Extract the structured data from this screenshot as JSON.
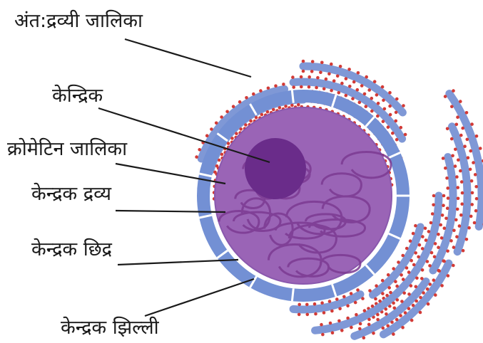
{
  "labels": {
    "er": "अंत:द्रव्यी जालिका",
    "nucleolus": "केन्द्रिक",
    "chromatin": "क्रोमेटिन जालिका",
    "nucleoplasm": "केन्द्रक द्रव्य",
    "pore": "केन्द्रक छिद्र",
    "membrane": "केन्द्रक झिल्ली"
  },
  "colors": {
    "er_fill": "#7f98d6",
    "er_dots": "#d23a36",
    "envelope": "#7390d4",
    "nucleus": "#9a64b6",
    "nucleus_edge": "#8a58ad",
    "nucleolus": "#6a2c8a",
    "chromatin": "#7c3a92",
    "leader": "#1a1a1a"
  }
}
